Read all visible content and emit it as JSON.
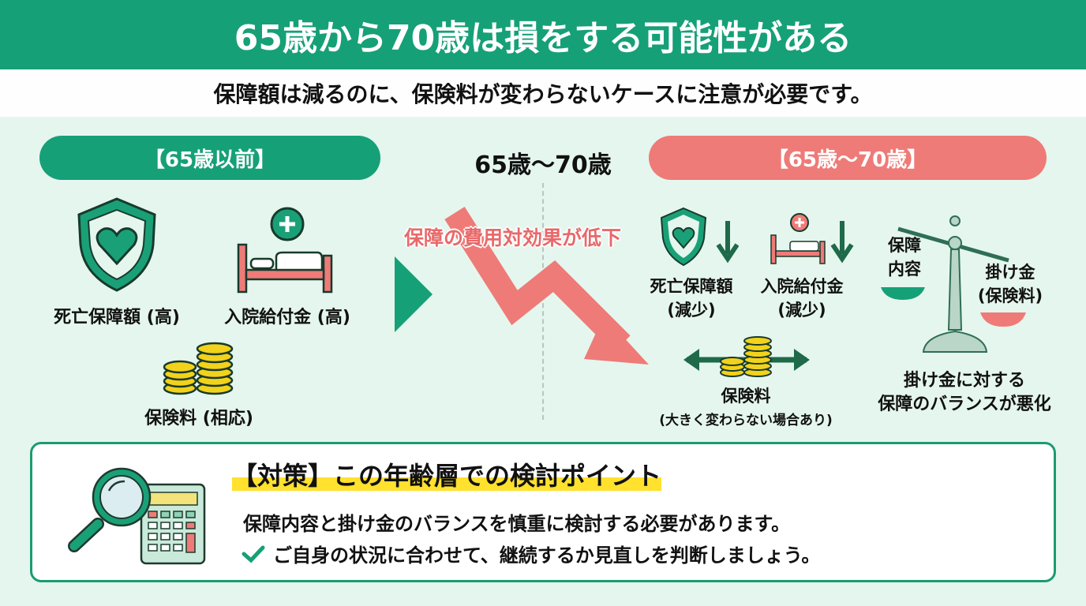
{
  "header": {
    "title": "65歳から70歳は損をする可能性がある",
    "subtitle": "保障額は減るのに、保険料が変わらないケースに注意が必要です。"
  },
  "before": {
    "label": "【65歳以前】",
    "items": [
      {
        "icon": "shield-heart-icon",
        "label": "死亡保障額 (高)"
      },
      {
        "icon": "hospital-bed-icon",
        "label": "入院給付金 (高)"
      },
      {
        "icon": "coins-icon",
        "label": "保険料 (相応)"
      }
    ]
  },
  "middle": {
    "age_label": "65歳〜70歳",
    "trend_text": "保障の費用対効果が低下"
  },
  "after": {
    "label": "【65歳〜70歳】",
    "death_benefit": {
      "line1": "死亡保障額",
      "line2": "(減少)"
    },
    "hospital_benefit": {
      "line1": "入院給付金",
      "line2": "(減少)"
    },
    "premium": {
      "line1": "保険料",
      "line2": "(大きく変わらない場合あり)"
    },
    "scale": {
      "left_line1": "保障",
      "left_line2": "内容",
      "right_line1": "掛け金",
      "right_line2": "(保険料)",
      "caption1": "掛け金に対する",
      "caption2": "保障のバランスが悪化"
    }
  },
  "advice": {
    "heading": "【対策】この年齢層での検討ポイント",
    "line1": "保障内容と掛け金のバランスを慎重に検討する必要があります。",
    "line2": "ご自身の状況に合わせて、継続するか見直しを判断しましょう。"
  },
  "colors": {
    "green": "#16a077",
    "red": "#ee7b78",
    "dark_green": "#1e6a4a",
    "yellow": "#ffe12e"
  }
}
